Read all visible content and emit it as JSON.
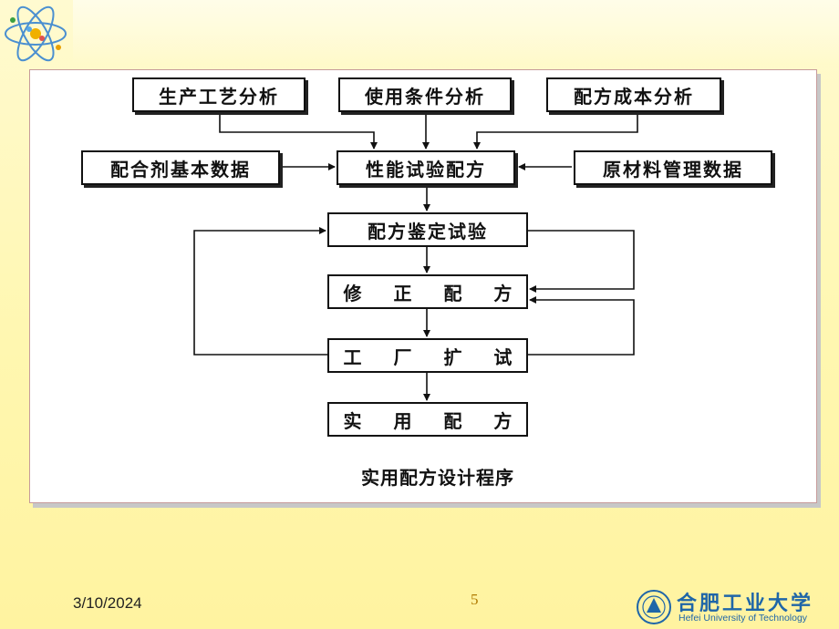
{
  "diagram": {
    "top_row": [
      "生产工艺分析",
      "使用条件分析",
      "配方成本分析"
    ],
    "left_input": "配合剂基本数据",
    "center": "性能试验配方",
    "right_input": "原材料管理数据",
    "steps": [
      "配方鉴定试验",
      "修 正 配 方",
      "工 厂 扩 试",
      "实 用 配 方"
    ],
    "caption": "实用配方设计程序"
  },
  "footer": {
    "date": "3/10/2024",
    "page_number": "5",
    "logo_cn": "合肥工业大学",
    "logo_en": "Hefei University of Technology"
  },
  "icons": {
    "top_left": "atom-icon",
    "logo": "university-logo-icon"
  },
  "colors": {
    "background": "#fff7b0",
    "accent": "#1f66a8",
    "page_number": "#b07a00"
  }
}
